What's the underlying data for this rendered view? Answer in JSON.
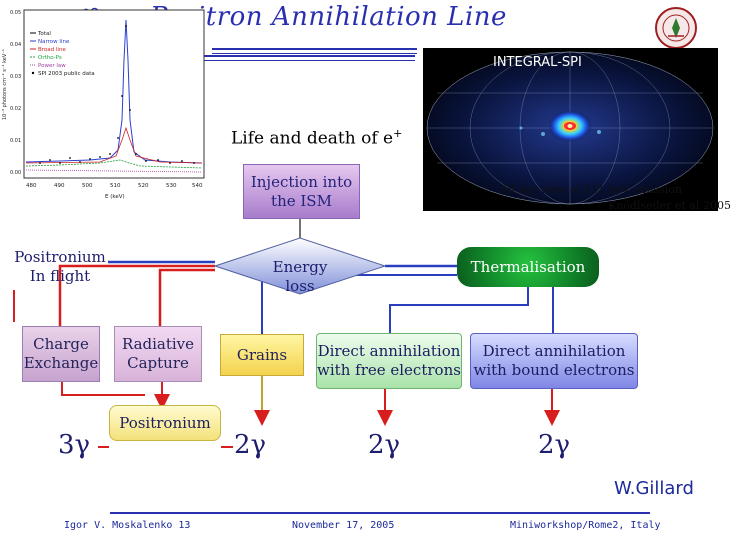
{
  "title": "Positron Annihilation Line",
  "spectrum_legend": [
    "Total",
    "Narrow line",
    "Broad line",
    "Ortho-Ps",
    "Power law",
    "SPI 2003 public data"
  ],
  "spectrum_xticks": [
    "480",
    "490",
    "500",
    "510",
    "520",
    "530",
    "540"
  ],
  "spectrum_xlabel": "E (keV)",
  "spectrum_yticks": [
    "0.05",
    "0.04",
    "0.03",
    "0.02",
    "0.01",
    "0.00"
  ],
  "spectrum_ylabel": "10⁻³ photons cm⁻² s⁻¹ keV⁻¹",
  "sky_map": {
    "label": "INTEGRAL-SPI",
    "caption": "All sky view of 511 keV emission",
    "credit": "Knödlseder et al 2005"
  },
  "life_text": "Life and death of e",
  "life_sup": "+",
  "nodes": {
    "injection": "Injection into the ISM",
    "positronium_flight": "Positronium\nIn flight",
    "energy_loss": "Energy\nloss",
    "thermalisation": "Thermalisation",
    "charge_exchange": "Charge Exchange",
    "radiative_capture": "Radiative Capture",
    "grains": "Grains",
    "direct_free": "Direct annihilation with free electrons",
    "direct_bound": "Direct annihilation with bound electrons",
    "positronium": "Positronium"
  },
  "gammas": {
    "three": "3γ",
    "two_a": "2γ",
    "two_b": "2γ",
    "two_c": "2γ"
  },
  "author": "W.Gillard",
  "footer": {
    "left": "Igor V. Moskalenko  13",
    "center": "November 17, 2005",
    "right": "Miniworkshop/Rome2, Italy"
  },
  "colors": {
    "title": "#2a2fb0",
    "arrow_red": "#d71d1d",
    "gamma": "#1e1e6e",
    "thermalisation": "#1a9a33"
  }
}
